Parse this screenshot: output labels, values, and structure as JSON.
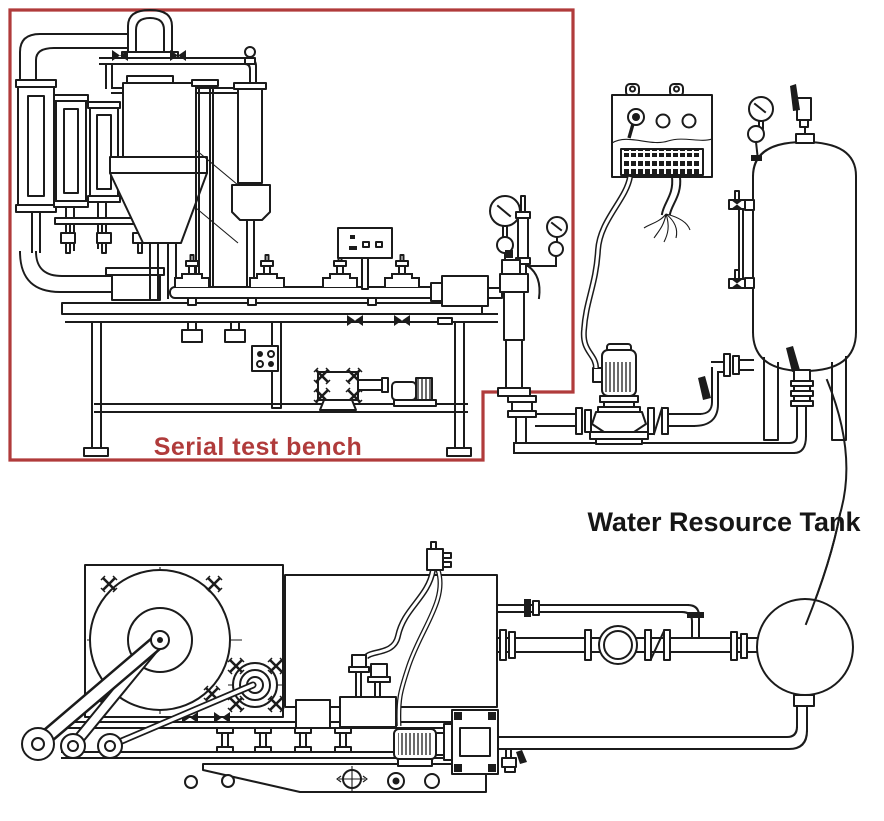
{
  "labels": {
    "serial_test_bench": "Serial test bench",
    "water_resource_tank": "Water Resource Tank"
  },
  "colors": {
    "highlight_red": "#b03b3b",
    "line_black": "#1b1b1b",
    "background": "#ffffff"
  },
  "components": [
    {
      "name": "serial-test-bench-region",
      "kind": "highlighted-red-box"
    },
    {
      "name": "flow-tube-columns",
      "kind": "three vertical metering columns with flanges"
    },
    {
      "name": "hopper-vessel",
      "kind": "tank with hopper and filter column"
    },
    {
      "name": "test-bench-table",
      "kind": "bench with four test stations and control panel"
    },
    {
      "name": "pressure-gauges",
      "kind": "two dial gauges and standpipe instrument"
    },
    {
      "name": "under-bench-pump",
      "kind": "pump and motor on lower shelf"
    },
    {
      "name": "electrical-control-panel",
      "kind": "panel with lamps, terminal strip, two cables"
    },
    {
      "name": "inline-vertical-pump",
      "kind": "motor-driven inline pump between flanges"
    },
    {
      "name": "water-resource-tank",
      "kind": "vertical cylindrical tank with sight glass, gauge, relief valve, bottom drain"
    },
    {
      "name": "plunger-pump-machine",
      "kind": "flywheel crank drive with rollers, sensors, motor and pump head"
    },
    {
      "name": "flow-meter",
      "kind": "circular meter in flanged line"
    },
    {
      "name": "sphere-tank",
      "kind": "spherical vessel joined by leader line to tank label"
    },
    {
      "name": "piping-loop",
      "kind": "flanged supply and return piping"
    }
  ]
}
